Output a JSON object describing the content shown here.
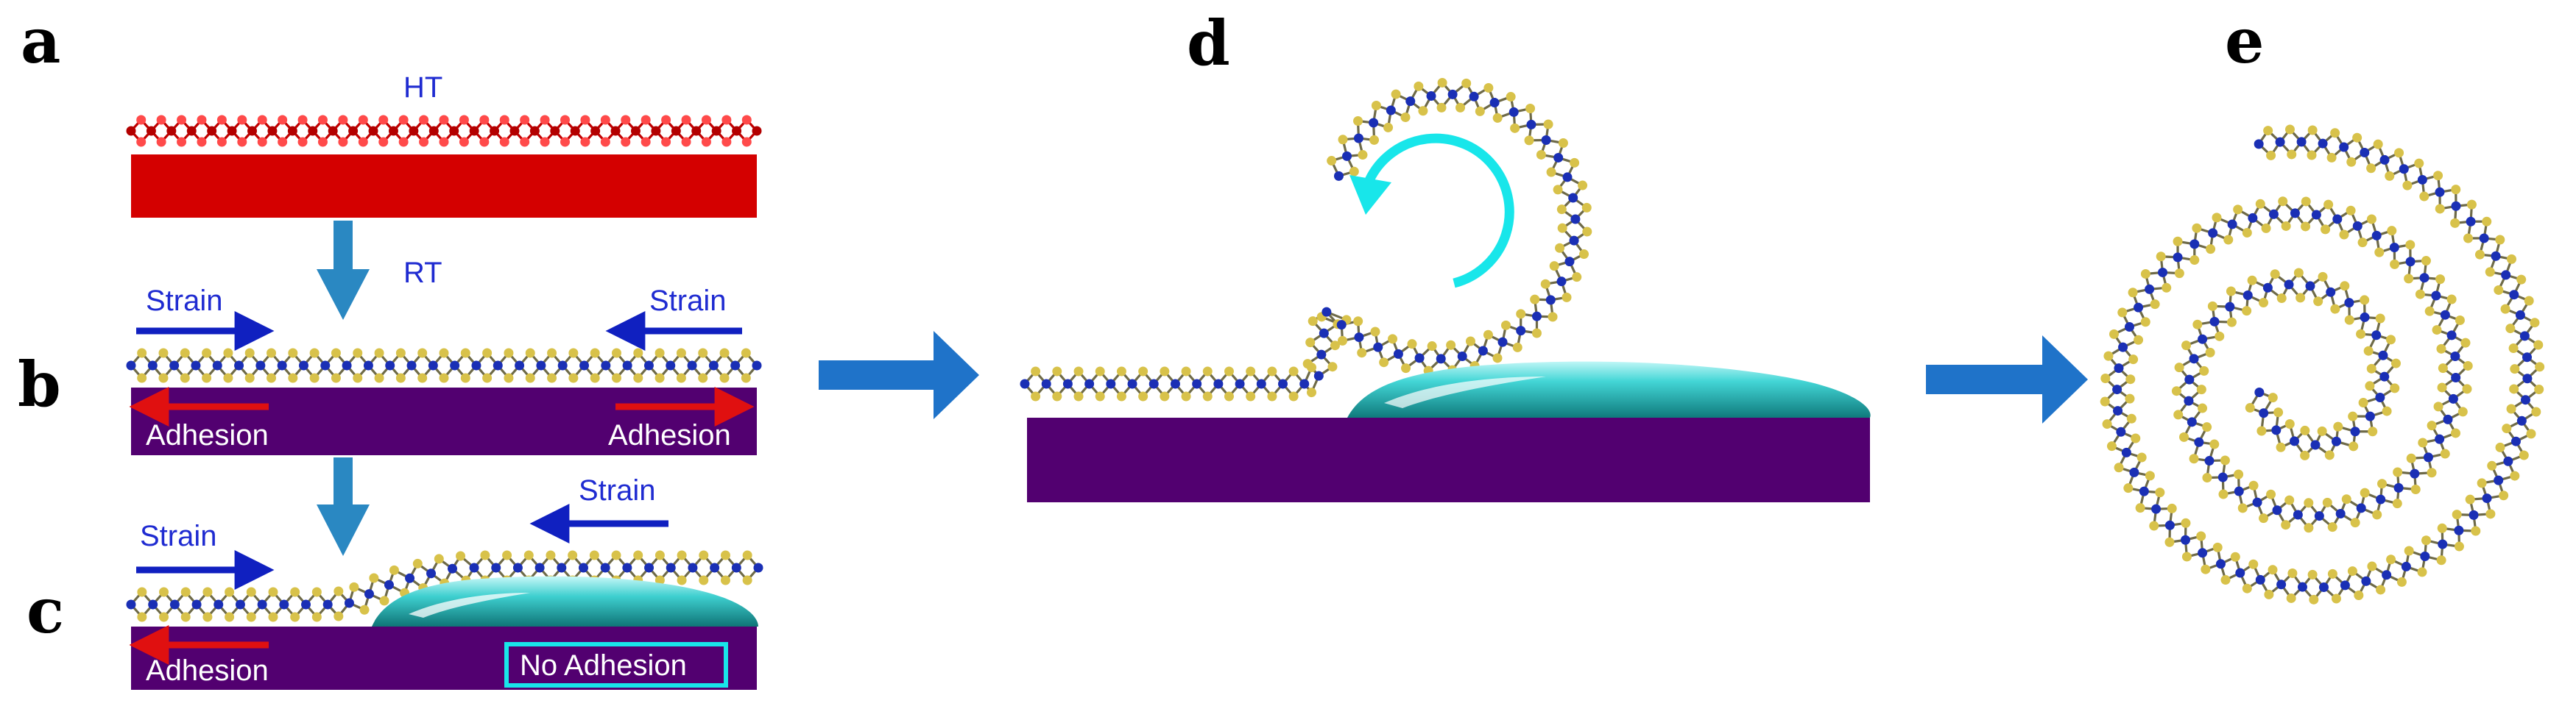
{
  "panels": {
    "a": {
      "label": "a",
      "temp_label": "HT"
    },
    "b": {
      "label": "b",
      "temp_label": "RT",
      "strain_left": "Strain",
      "strain_right": "Strain",
      "adhesion_left": "Adhesion",
      "adhesion_right": "Adhesion"
    },
    "c": {
      "label": "c",
      "strain_left": "Strain",
      "strain_right": "Strain",
      "adhesion_left": "Adhesion",
      "no_adhesion": "No Adhesion"
    },
    "d": {
      "label": "d"
    },
    "e": {
      "label": "e"
    }
  },
  "colors": {
    "hot_substrate": "#d40000",
    "substrate": "#520070",
    "metal_atom": "#1a2fb5",
    "chalcogen_atom": "#d8c24a",
    "droplet": "#3ecfcf",
    "rotation_arrow": "#18e6ea",
    "flow_arrow": "#1f73c9",
    "strain_arrow": "#1020c0",
    "adhesion_arrow": "#e01010",
    "text_blue": "#1f2bd1"
  },
  "icons": {
    "rotation": "curved-arrow-icon",
    "process": "right-arrow-icon"
  }
}
